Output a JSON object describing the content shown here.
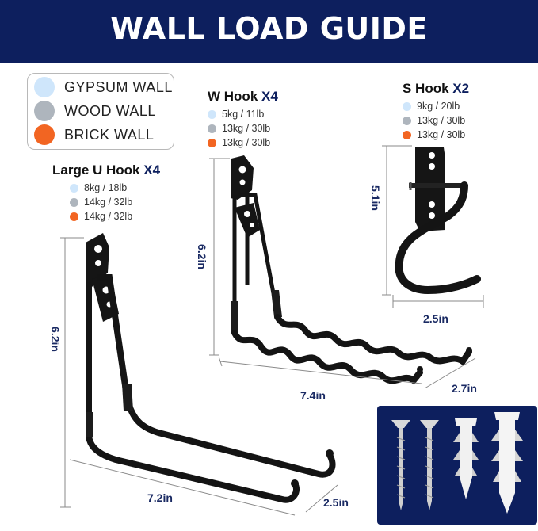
{
  "banner": {
    "title": "WALL  LOAD GUIDE"
  },
  "legend": {
    "items": [
      {
        "label": "GYPSUM WALL",
        "color": "#cfe6fb"
      },
      {
        "label": "WOOD WALL",
        "color": "#aeb5bd"
      },
      {
        "label": "BRICK WALL",
        "color": "#f26522"
      }
    ]
  },
  "hooks": {
    "w_hook": {
      "name": "W Hook",
      "count": "X4",
      "loads": [
        "5kg / 11lb",
        "13kg / 30lb",
        "13kg / 30lb"
      ]
    },
    "s_hook": {
      "name": "S Hook",
      "count": "X2",
      "loads": [
        "9kg / 20lb",
        "13kg / 30lb",
        "13kg / 30lb"
      ]
    },
    "u_hook": {
      "name": "Large U Hook",
      "count": "X4",
      "loads": [
        "8kg / 18lb",
        "14kg / 32lb",
        "14kg / 32lb"
      ]
    }
  },
  "dimensions": {
    "w_height": "6.2in",
    "w_length": "7.4in",
    "w_depth": "2.7in",
    "s_height": "5.1in",
    "s_width": "2.5in",
    "u_height": "6.2in",
    "u_length": "7.2in",
    "u_depth": "2.5in"
  }
}
